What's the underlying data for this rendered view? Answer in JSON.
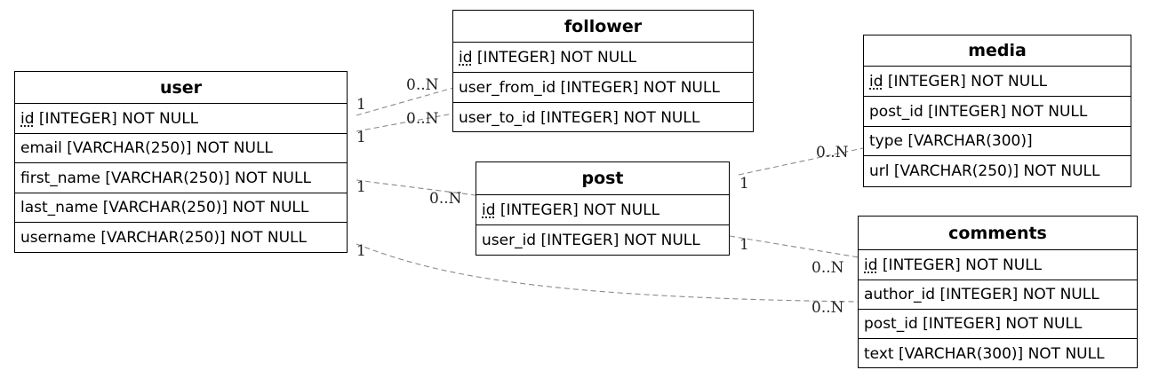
{
  "entities": {
    "user": {
      "name": "user",
      "columns": [
        {
          "pk": "id",
          "rest": " [INTEGER] NOT NULL"
        },
        {
          "pk": "",
          "rest": "email [VARCHAR(250)] NOT NULL"
        },
        {
          "pk": "",
          "rest": "first_name [VARCHAR(250)] NOT NULL"
        },
        {
          "pk": "",
          "rest": "last_name [VARCHAR(250)] NOT NULL"
        },
        {
          "pk": "",
          "rest": "username [VARCHAR(250)] NOT NULL"
        }
      ]
    },
    "follower": {
      "name": "follower",
      "columns": [
        {
          "pk": "id",
          "rest": " [INTEGER] NOT NULL"
        },
        {
          "pk": "",
          "rest": "user_from_id [INTEGER] NOT NULL"
        },
        {
          "pk": "",
          "rest": "user_to_id [INTEGER] NOT NULL"
        }
      ]
    },
    "post": {
      "name": "post",
      "columns": [
        {
          "pk": "id",
          "rest": " [INTEGER] NOT NULL"
        },
        {
          "pk": "",
          "rest": "user_id [INTEGER] NOT NULL"
        }
      ]
    },
    "media": {
      "name": "media",
      "columns": [
        {
          "pk": "id",
          "rest": " [INTEGER] NOT NULL"
        },
        {
          "pk": "",
          "rest": "post_id [INTEGER] NOT NULL"
        },
        {
          "pk": "",
          "rest": "type [VARCHAR(300)]"
        },
        {
          "pk": "",
          "rest": "url [VARCHAR(250)] NOT NULL"
        }
      ]
    },
    "comments": {
      "name": "comments",
      "columns": [
        {
          "pk": "id",
          "rest": " [INTEGER] NOT NULL"
        },
        {
          "pk": "",
          "rest": "author_id [INTEGER] NOT NULL"
        },
        {
          "pk": "",
          "rest": "post_id [INTEGER] NOT NULL"
        },
        {
          "pk": "",
          "rest": "text [VARCHAR(300)] NOT NULL"
        }
      ]
    }
  },
  "relationships": [
    {
      "from": "user",
      "to": "follower",
      "from_card": "1",
      "to_card": "0..N"
    },
    {
      "from": "user",
      "to": "follower",
      "from_card": "1",
      "to_card": "0..N"
    },
    {
      "from": "user",
      "to": "post",
      "from_card": "1",
      "to_card": "0..N"
    },
    {
      "from": "post",
      "to": "media",
      "from_card": "1",
      "to_card": "0..N"
    },
    {
      "from": "post",
      "to": "comments",
      "from_card": "1",
      "to_card": "0..N"
    },
    {
      "from": "user",
      "to": "comments",
      "from_card": "1",
      "to_card": "0..N"
    }
  ],
  "colors": {
    "line": "#8a8a8a",
    "border": "#000000",
    "background": "#ffffff"
  }
}
